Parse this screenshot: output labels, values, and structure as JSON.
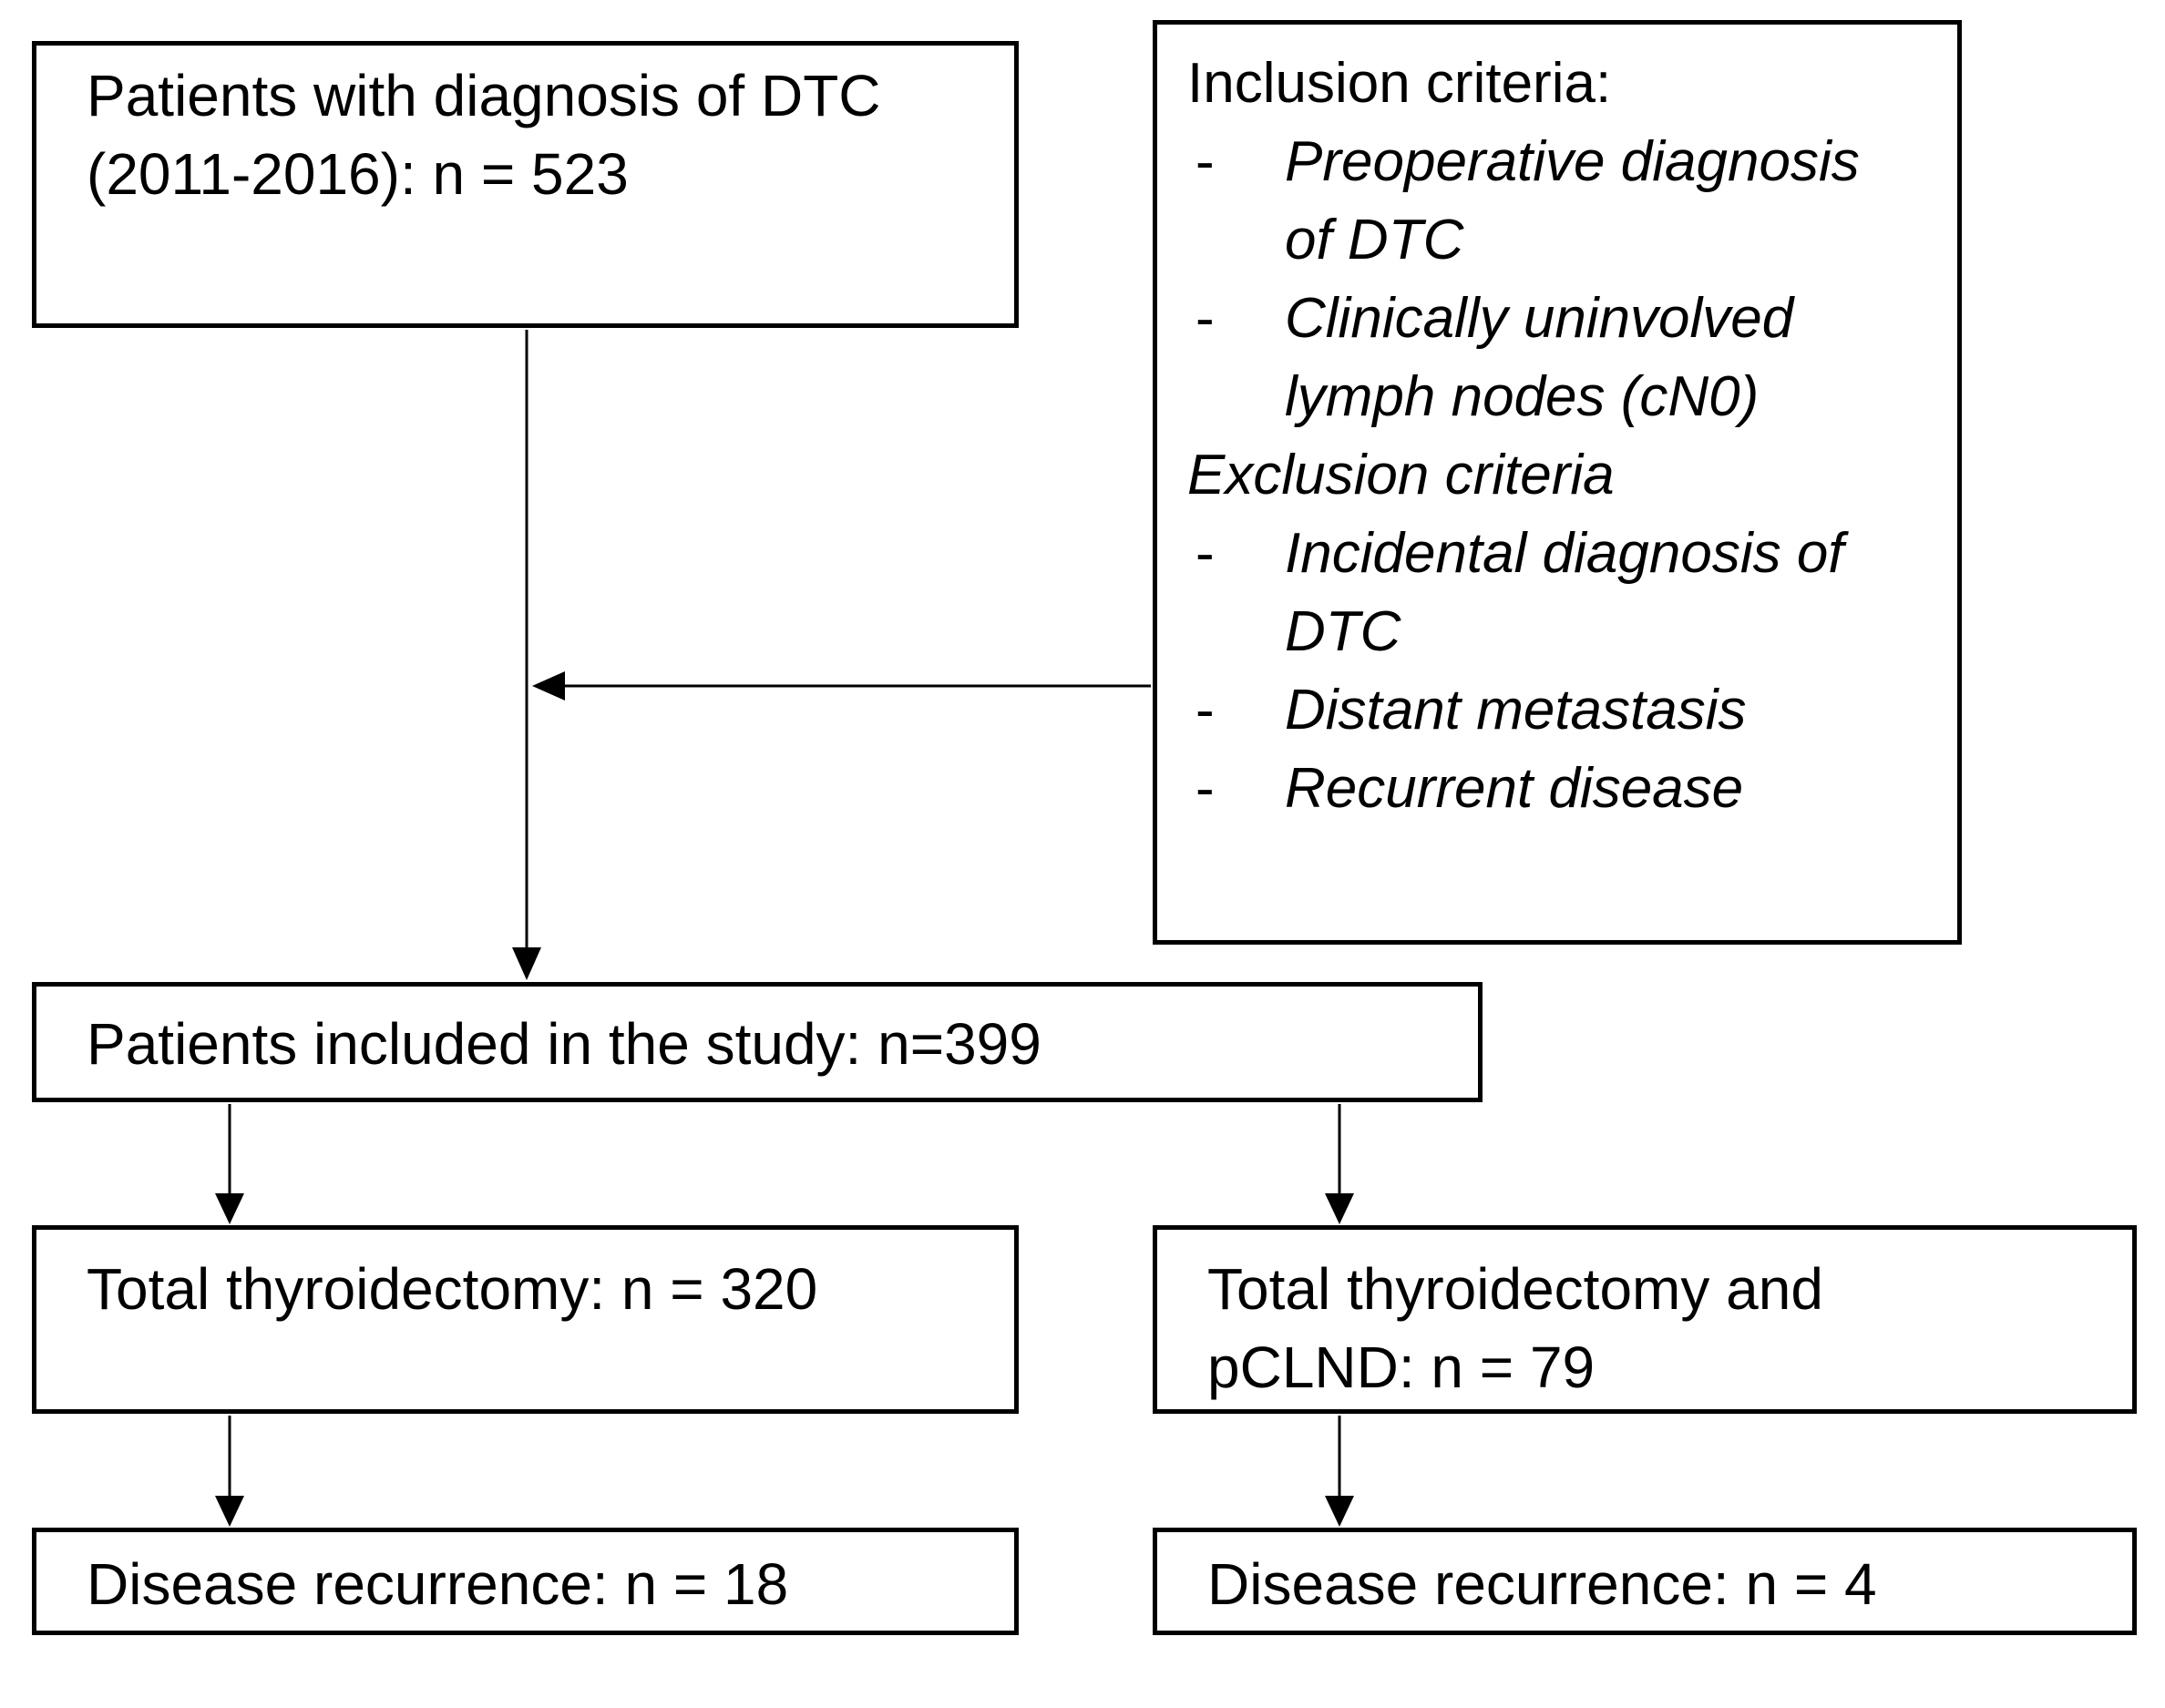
{
  "flowchart": {
    "box_initial": {
      "lines": [
        "Patients with diagnosis of DTC",
        "(2011-2016): n = 523"
      ]
    },
    "box_criteria": {
      "inclusion_heading": "Inclusion criteria:",
      "bullet_char": "-",
      "inclusion_items": [
        {
          "text": "Preoperative diagnosis of DTC",
          "lines": [
            "Preoperative diagnosis",
            "of DTC"
          ]
        },
        {
          "text": "Clinically uninvolved lymph nodes (cN0)",
          "lines": [
            "Clinically uninvolved",
            "lymph nodes (cN0)"
          ]
        }
      ],
      "exclusion_heading": "Exclusion criteria",
      "exclusion_items": [
        {
          "text": "Incidental diagnosis of DTC",
          "lines": [
            "Incidental diagnosis of",
            "DTC"
          ]
        },
        {
          "text": "Distant metastasis",
          "lines": [
            "Distant metastasis"
          ]
        },
        {
          "text": "Recurrent disease",
          "lines": [
            "Recurrent disease"
          ]
        }
      ]
    },
    "box_included": {
      "lines": [
        "Patients included in the study: n=399"
      ]
    },
    "box_total_thyroidectomy": {
      "lines": [
        "Total thyroidectomy: n = 320"
      ]
    },
    "box_tt_pclnd": {
      "lines": [
        "Total thyroidectomy and",
        "pCLND: n = 79"
      ]
    },
    "box_recurrence_tt": {
      "lines": [
        "Disease recurrence: n = 18"
      ]
    },
    "box_recurrence_pclnd": {
      "lines": [
        "Disease recurrence: n = 4"
      ]
    }
  },
  "colors": {
    "border": "#000000",
    "text": "#000000",
    "background": "#ffffff"
  }
}
